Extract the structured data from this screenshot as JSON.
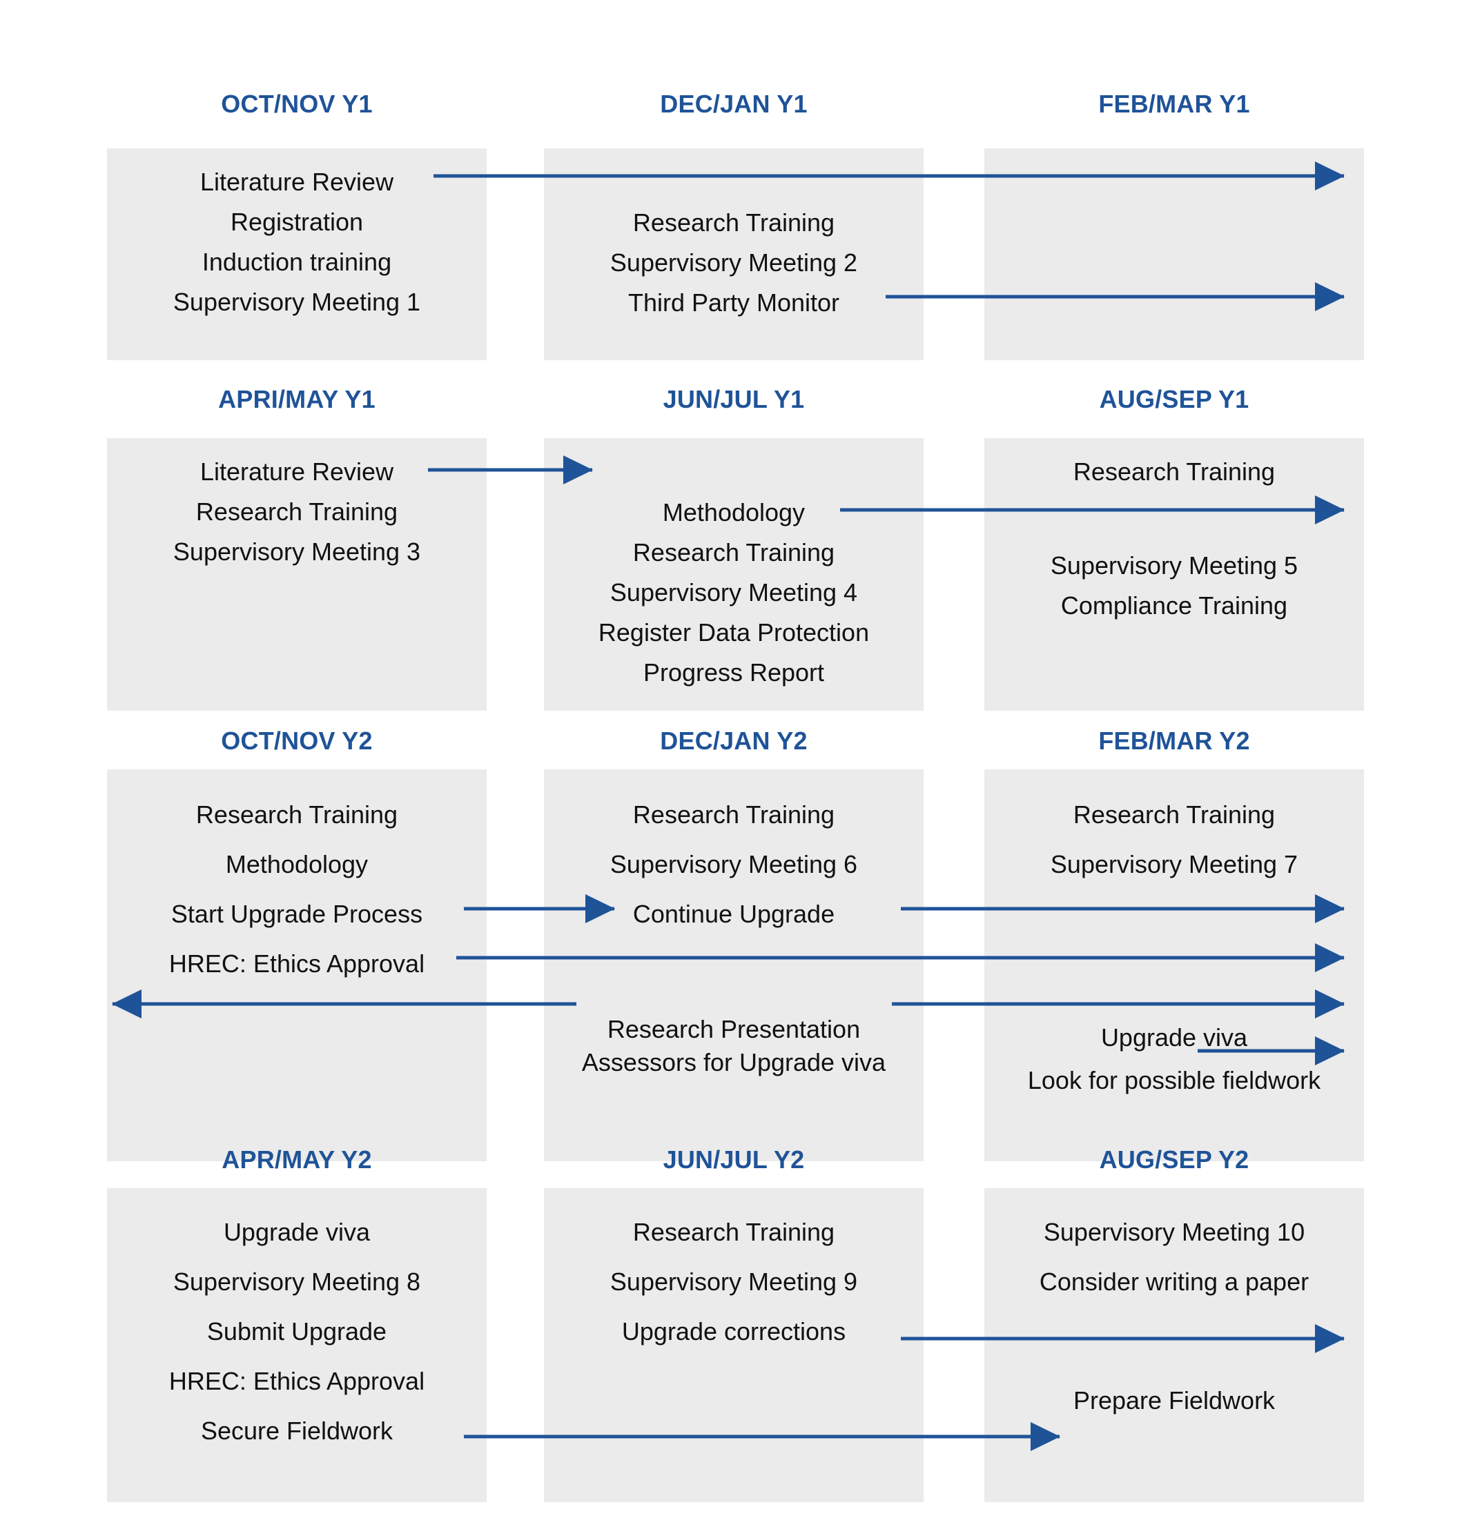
{
  "diagram": {
    "title": "PhD Research Timeline Y1-Y2",
    "accent_color": "#1F5398",
    "panel_color": "#EBEBEB",
    "text_color": "#111111"
  },
  "periods": [
    {
      "id": "oct-nov-y1",
      "title": "OCT/NOV Y1",
      "tasks": [
        "Literature Review",
        "Registration",
        "Induction training",
        "Supervisory Meeting 1"
      ]
    },
    {
      "id": "dec-jan-y1",
      "title": "DEC/JAN Y1",
      "tasks": [
        "Research Training",
        "Supervisory Meeting 2",
        "Third Party Monitor"
      ]
    },
    {
      "id": "feb-mar-y1",
      "title": "FEB/MAR Y1",
      "tasks": []
    },
    {
      "id": "apri-may-y1",
      "title": "APRI/MAY Y1",
      "tasks": [
        "Literature Review",
        "Research Training",
        "Supervisory Meeting 3"
      ]
    },
    {
      "id": "jun-jul-y1",
      "title": "JUN/JUL Y1",
      "tasks": [
        "Methodology",
        "Research Training",
        "Supervisory Meeting 4",
        "Register Data Protection",
        "Progress Report"
      ]
    },
    {
      "id": "aug-sep-y1",
      "title": "AUG/SEP Y1",
      "tasks": [
        "Research Training",
        "Supervisory Meeting 5",
        "Compliance Training"
      ]
    },
    {
      "id": "oct-nov-y2",
      "title": "OCT/NOV Y2",
      "tasks": [
        "Research Training",
        "Methodology",
        "Start Upgrade Process",
        "HREC: Ethics Approval"
      ]
    },
    {
      "id": "dec-jan-y2",
      "title": "DEC/JAN Y2",
      "tasks": [
        "Research Training",
        "Supervisory Meeting 6",
        "Continue Upgrade",
        "Research Presentation",
        "Assessors for Upgrade viva"
      ]
    },
    {
      "id": "feb-mar-y2",
      "title": "FEB/MAR Y2",
      "tasks": [
        "Research Training",
        "Supervisory Meeting 7",
        "Upgrade viva",
        "Look for possible fieldwork"
      ]
    },
    {
      "id": "apr-may-y2",
      "title": "APR/MAY Y2",
      "tasks": [
        "Upgrade viva",
        "Supervisory Meeting 8",
        "Submit Upgrade",
        "HREC: Ethics Approval",
        "Secure Fieldwork"
      ]
    },
    {
      "id": "jun-jul-y2",
      "title": "JUN/JUL Y2",
      "tasks": [
        "Research Training",
        "Supervisory Meeting 9",
        "Upgrade corrections"
      ]
    },
    {
      "id": "aug-sep-y2",
      "title": "AUG/SEP Y2",
      "tasks": [
        "Supervisory Meeting 10",
        "Consider writing a paper",
        "Prepare Fieldwork"
      ]
    }
  ],
  "flows": [
    {
      "id": "lit-review-y1-to-feb-mar",
      "label": "Literature Review continues",
      "from": "oct-nov-y1",
      "to": "feb-mar-y1",
      "direction": "right"
    },
    {
      "id": "third-party-monitor-to-feb-mar",
      "label": "Third Party Monitor continues",
      "from": "dec-jan-y1",
      "to": "feb-mar-y1",
      "direction": "right"
    },
    {
      "id": "lit-review-apr-to-jun",
      "label": "Literature Review continues",
      "from": "apri-may-y1",
      "to": "jun-jul-y1",
      "direction": "right"
    },
    {
      "id": "methodology-to-aug-sep",
      "label": "Methodology continues",
      "from": "jun-jul-y1",
      "to": "aug-sep-y1",
      "direction": "right"
    },
    {
      "id": "start-upgrade-to-continue",
      "label": "Start Upgrade Process to Continue Upgrade",
      "from": "oct-nov-y2",
      "to": "dec-jan-y2",
      "direction": "right"
    },
    {
      "id": "continue-upgrade-to-feb-mar",
      "label": "Continue Upgrade continues",
      "from": "dec-jan-y2",
      "to": "feb-mar-y2",
      "direction": "right"
    },
    {
      "id": "hrec-ethics-to-feb-mar",
      "label": "HREC: Ethics Approval continues",
      "from": "oct-nov-y2",
      "to": "feb-mar-y2",
      "direction": "right"
    },
    {
      "id": "research-presentation-left",
      "label": "Research Presentation back-reference",
      "from": "dec-jan-y2",
      "to": "oct-nov-y2",
      "direction": "left"
    },
    {
      "id": "research-presentation-right",
      "label": "Research Presentation continues",
      "from": "dec-jan-y2",
      "to": "feb-mar-y2",
      "direction": "right"
    },
    {
      "id": "upgrade-viva-out",
      "label": "Upgrade viva continues",
      "from": "feb-mar-y2",
      "to": "next",
      "direction": "right"
    },
    {
      "id": "upgrade-corrections-to-aug-sep",
      "label": "Upgrade corrections continues",
      "from": "jun-jul-y2",
      "to": "aug-sep-y2",
      "direction": "right"
    },
    {
      "id": "secure-fieldwork-to-prepare",
      "label": "Secure Fieldwork to Prepare Fieldwork",
      "from": "apr-may-y2",
      "to": "aug-sep-y2",
      "direction": "right"
    }
  ]
}
